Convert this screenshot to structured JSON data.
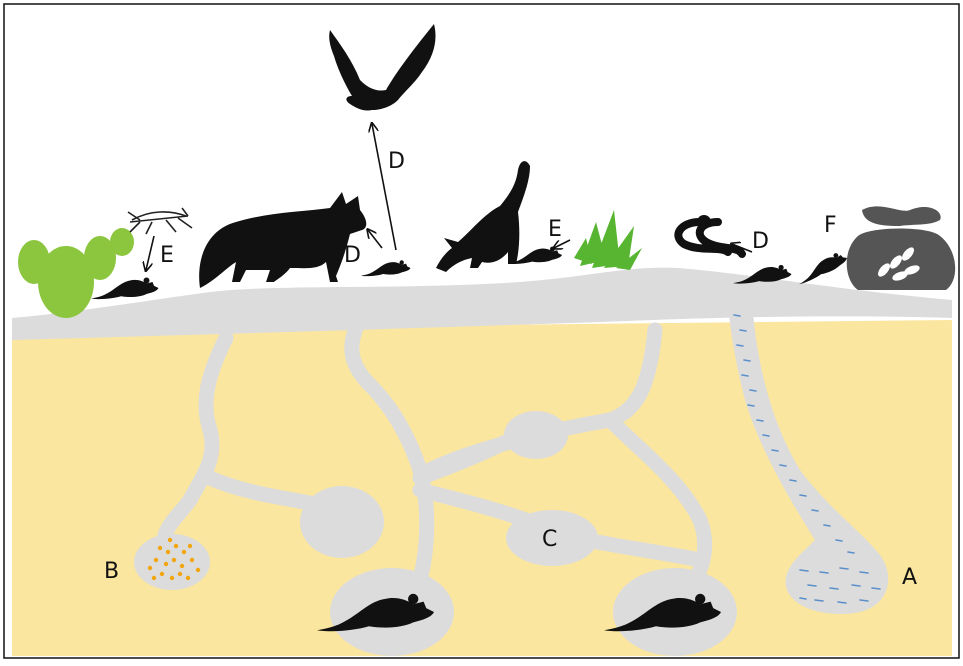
{
  "labels": {
    "a": "A",
    "b": "B",
    "c": "C",
    "d_hawk": "D",
    "d_fox": "D",
    "d_snake": "D",
    "e_grasshopper": "E",
    "e_cat": "E",
    "f_sack": "F"
  },
  "colors": {
    "soil": "#fbe6a0",
    "tunnel": "#dcdcdc",
    "silhouette": "#111111",
    "cactus": "#8cc63f",
    "agave": "#57b531",
    "water_dash": "#5b8fc9",
    "seed": "#f2a50c",
    "sack": "#555555"
  },
  "icons": [
    "cactus-icon",
    "grasshopper-icon",
    "rat-icon",
    "fox-icon",
    "hawk-icon",
    "cat-icon",
    "agave-icon",
    "snake-icon",
    "grain-sack-icon",
    "wheat-icon"
  ]
}
